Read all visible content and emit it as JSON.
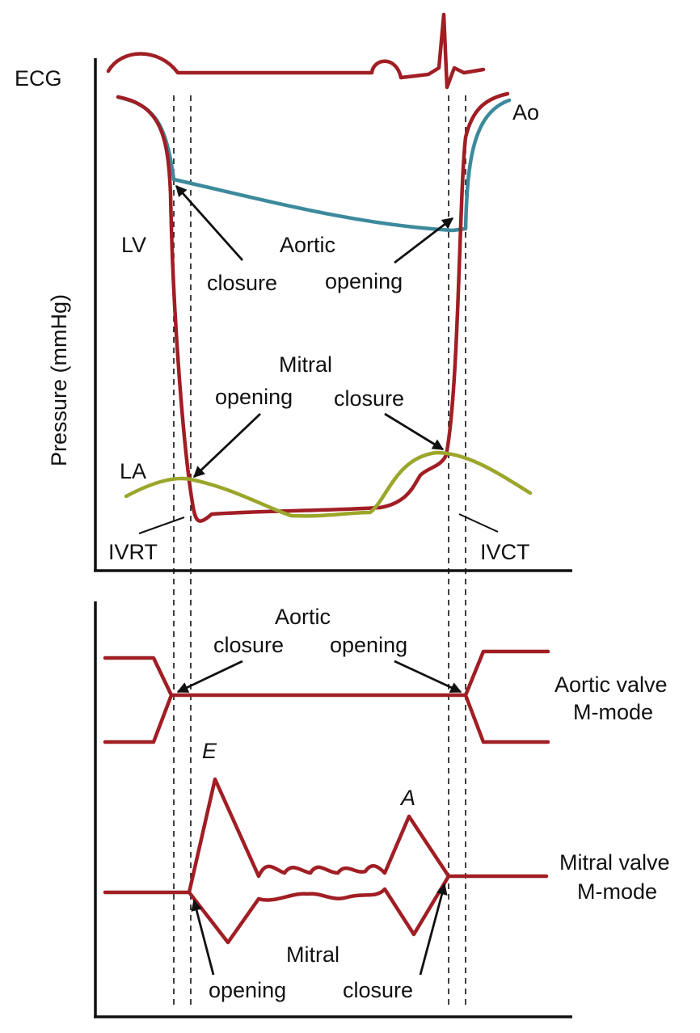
{
  "colors": {
    "lv": "#a01e24",
    "aorta": "#3d8a9c",
    "la": "#9ba62a",
    "ecg": "#a01e24",
    "mmode": "#a01e24",
    "ink": "#111111"
  },
  "top_panel": {
    "ecg_label": "ECG",
    "y_axis_label": "Pressure (mmHg)",
    "curve_labels": {
      "lv": "LV",
      "ao": "Ao",
      "la": "LA"
    },
    "aortic": {
      "title": "Aortic",
      "closure": "closure",
      "opening": "opening"
    },
    "mitral": {
      "title": "Mitral",
      "opening": "opening",
      "closure": "closure"
    },
    "intervals": {
      "ivrt": "IVRT",
      "ivct": "IVCT"
    }
  },
  "bottom_panel": {
    "aortic": {
      "title": "Aortic",
      "closure": "closure",
      "opening": "opening"
    },
    "aortic_valve_label": [
      "Aortic valve",
      "M-mode"
    ],
    "wave_e": "E",
    "wave_a": "A",
    "mitral_valve_label": [
      "Mitral valve",
      "M-mode"
    ],
    "mitral": {
      "title": "Mitral",
      "opening": "opening",
      "closure": "closure"
    }
  }
}
